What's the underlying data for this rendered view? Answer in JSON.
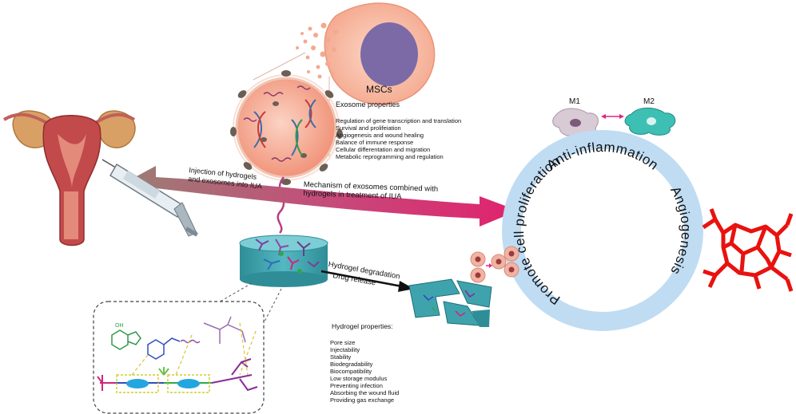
{
  "mscs": {
    "title": "MSCs",
    "heading": "Exosome properties",
    "items": [
      "Regulation of gene transcription and translation",
      "Survival and prolifeiation",
      "Angiogenesis and wound healing",
      "Balance of immune response",
      "Cellular differentation and migration",
      "Metabolic reprogramming and regulation"
    ]
  },
  "injection": {
    "line1": "Injection of  hydrogels",
    "line2": "and exosomes into IUA"
  },
  "mechanism": {
    "line1": "Mechanism of exosomes combined with",
    "line2": "hydrogels in treatment of IUA"
  },
  "degradation": {
    "line1": "Hydrogel degradation",
    "line2": "Drug release"
  },
  "hydrogel": {
    "heading": "Hydrogel properties:",
    "items": [
      "Pore size",
      "Injectability",
      "Stability",
      "Biodegradability",
      "Biocompatibility",
      "Low storage modulus",
      "Preventing infection",
      "Absorbing the wound fluid",
      "Providing gas exchange"
    ]
  },
  "ring": {
    "top": "Anti-inflammation",
    "right": "Angiogenesis",
    "left": "Promote cell proliferation"
  },
  "macrophages": {
    "m1": "M1",
    "m2": "M2"
  },
  "colors": {
    "ring": "#bfdcf3",
    "arrow_left": "#a07c73",
    "arrow_right": "#e0266f",
    "hydrogel": "#3fa3ad",
    "vessels": "#e8120f",
    "exosome": "#f1a48c"
  }
}
